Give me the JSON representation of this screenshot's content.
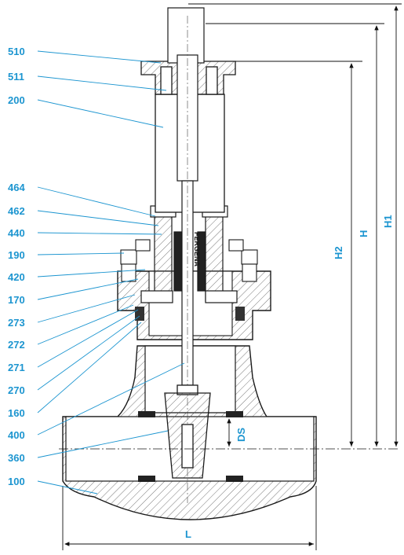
{
  "callouts": [
    {
      "label": "510"
    },
    {
      "label": "511"
    },
    {
      "label": "200"
    },
    {
      "label": "464"
    },
    {
      "label": "462"
    },
    {
      "label": "440"
    },
    {
      "label": "190"
    },
    {
      "label": "420"
    },
    {
      "label": "170"
    },
    {
      "label": "273"
    },
    {
      "label": "272"
    },
    {
      "label": "271"
    },
    {
      "label": "270"
    },
    {
      "label": "160"
    },
    {
      "label": "400"
    },
    {
      "label": "360"
    },
    {
      "label": "100"
    }
  ],
  "dimensions": {
    "L": "L",
    "DS": "DS",
    "H": "H",
    "H1": "H1",
    "H2": "H2"
  },
  "nameplate_text": "FERGENA",
  "colors": {
    "callout": "#1c95d0",
    "outline": "#1a1a1a",
    "hatch": "#555555"
  }
}
